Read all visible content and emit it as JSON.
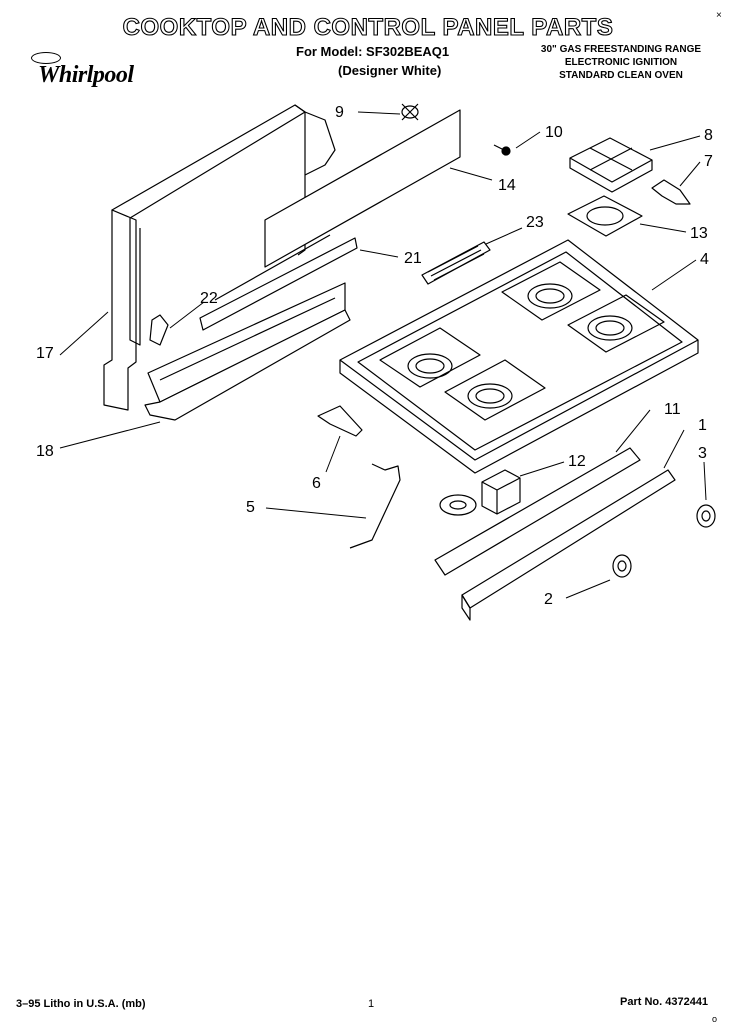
{
  "header": {
    "title": "COOKTOP AND CONTROL PANEL PARTS",
    "model_line": "For Model: SF302BEAQ1",
    "finish_line": "(Designer White)",
    "range_lines": [
      "30\" GAS FREESTANDING RANGE",
      "ELECTRONIC IGNITION",
      "STANDARD CLEAN OVEN"
    ],
    "close_glyph": "×"
  },
  "brand": {
    "wordmark": "Whirlpool"
  },
  "callouts": [
    "9",
    "10",
    "8",
    "7",
    "14",
    "23",
    "13",
    "21",
    "4",
    "22",
    "17",
    "18",
    "11",
    "1",
    "12",
    "3",
    "6",
    "5",
    "2"
  ],
  "footer": {
    "litho": "3–95 Litho in U.S.A. (mb)",
    "page": "1",
    "part": "Part No. 4372441",
    "mark": "o"
  }
}
